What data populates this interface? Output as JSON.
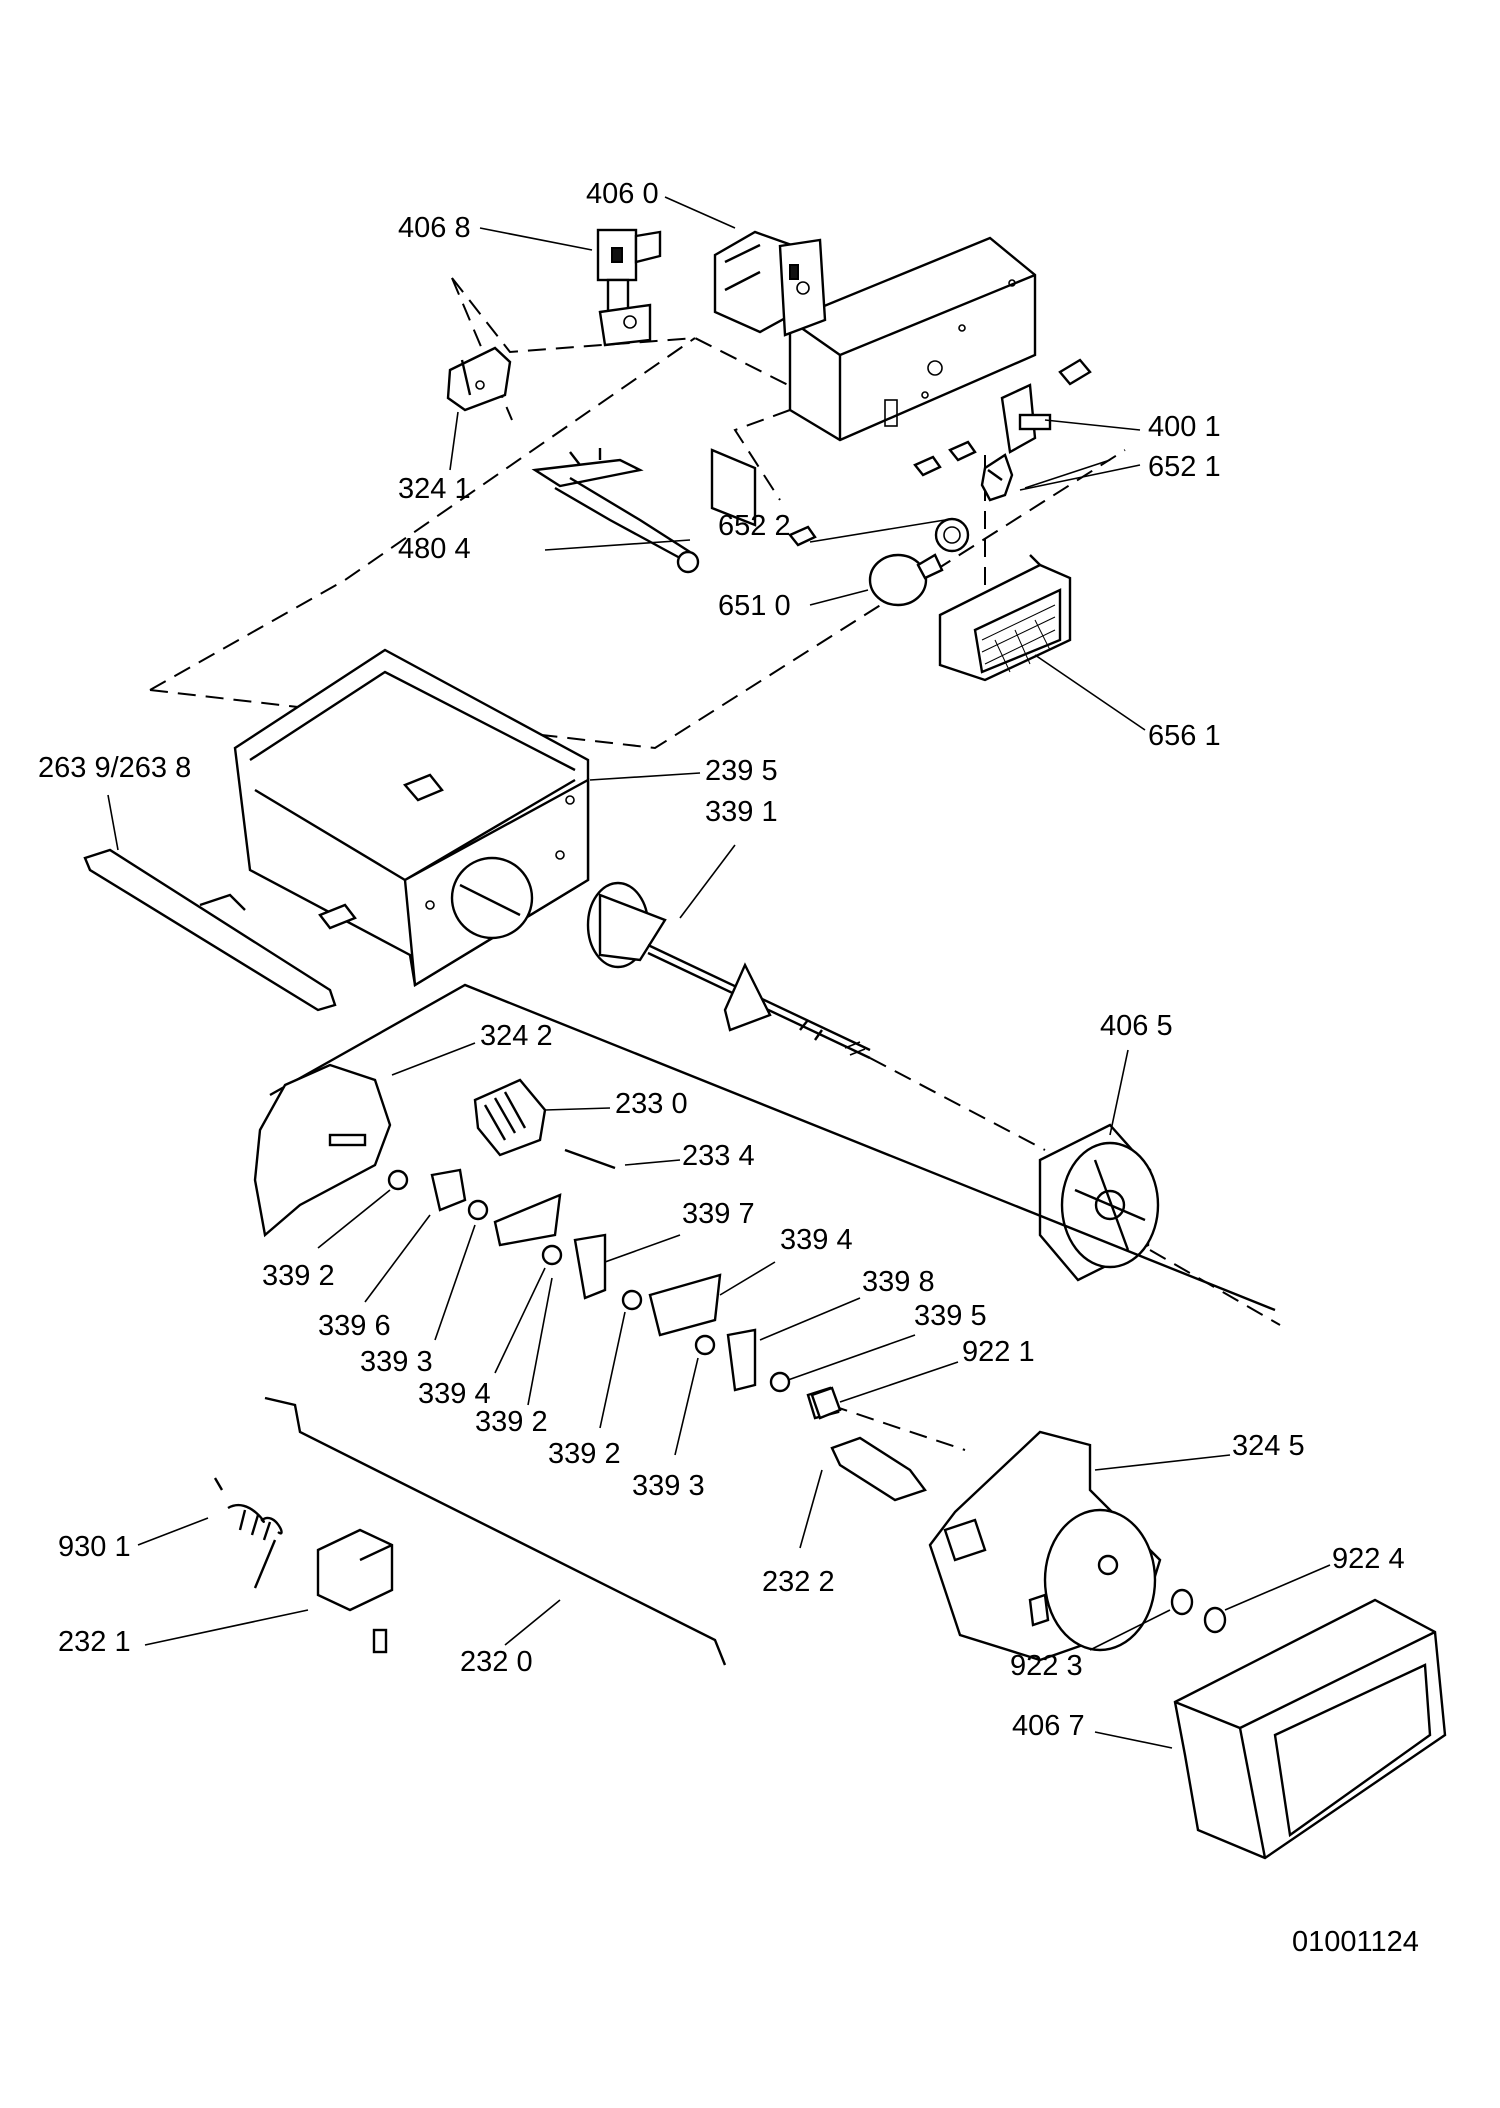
{
  "diagram": {
    "document_id": "01001124",
    "callouts": [
      {
        "id": "c-4068",
        "label": "406 8"
      },
      {
        "id": "c-4060",
        "label": "406 0"
      },
      {
        "id": "c-3241",
        "label": "324 1"
      },
      {
        "id": "c-4001",
        "label": "400 1"
      },
      {
        "id": "c-6521",
        "label": "652 1"
      },
      {
        "id": "c-4804",
        "label": "480 4"
      },
      {
        "id": "c-6522",
        "label": "652 2"
      },
      {
        "id": "c-6510",
        "label": "651 0"
      },
      {
        "id": "c-6561",
        "label": "656 1"
      },
      {
        "id": "c-2639",
        "label": "263 9/263 8"
      },
      {
        "id": "c-2395",
        "label": "239 5"
      },
      {
        "id": "c-3391",
        "label": "339 1"
      },
      {
        "id": "c-3242",
        "label": "324 2"
      },
      {
        "id": "c-4065",
        "label": "406 5"
      },
      {
        "id": "c-2330",
        "label": "233 0"
      },
      {
        "id": "c-2334",
        "label": "233 4"
      },
      {
        "id": "c-3397",
        "label": "339 7"
      },
      {
        "id": "c-3394a",
        "label": "339 4"
      },
      {
        "id": "c-3398",
        "label": "339 8"
      },
      {
        "id": "c-3395",
        "label": "339 5"
      },
      {
        "id": "c-9221",
        "label": "922 1"
      },
      {
        "id": "c-3392a",
        "label": "339 2"
      },
      {
        "id": "c-3396",
        "label": "339 6"
      },
      {
        "id": "c-3393a",
        "label": "339 3"
      },
      {
        "id": "c-3394b",
        "label": "339 4"
      },
      {
        "id": "c-3392b",
        "label": "339 2"
      },
      {
        "id": "c-3392c",
        "label": "339 2"
      },
      {
        "id": "c-3393b",
        "label": "339 3"
      },
      {
        "id": "c-3245",
        "label": "324 5"
      },
      {
        "id": "c-9301",
        "label": "930 1"
      },
      {
        "id": "c-2322",
        "label": "232 2"
      },
      {
        "id": "c-9224",
        "label": "922 4"
      },
      {
        "id": "c-2321",
        "label": "232 1"
      },
      {
        "id": "c-9223",
        "label": "922 3"
      },
      {
        "id": "c-2320",
        "label": "232 0"
      },
      {
        "id": "c-4067",
        "label": "406 7"
      }
    ]
  }
}
